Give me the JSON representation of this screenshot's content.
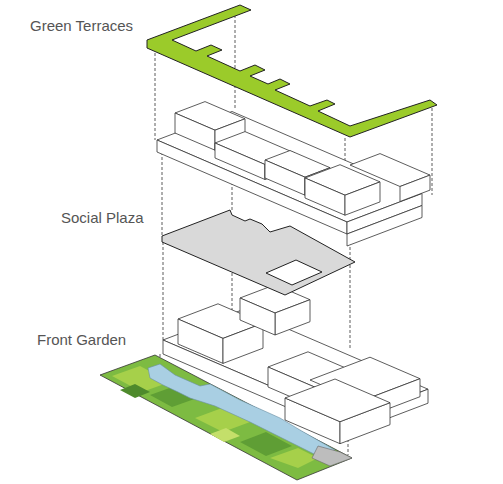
{
  "diagram": {
    "labels": [
      "Green Terraces",
      "Social Plaza",
      "Front Garden"
    ]
  }
}
